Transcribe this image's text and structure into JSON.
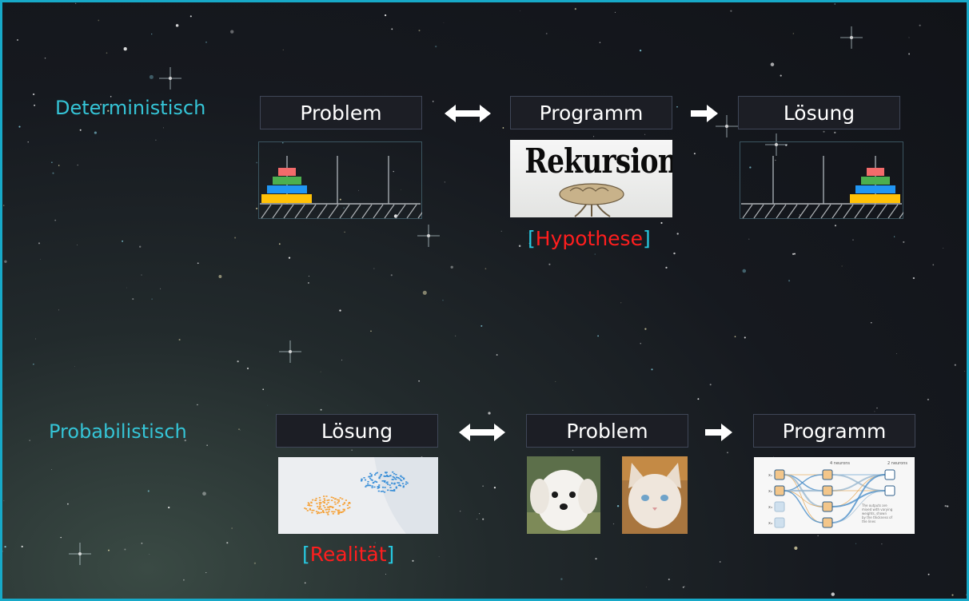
{
  "deterministic": {
    "label": "Deterministisch",
    "boxes": [
      "Problem",
      "Programm",
      "Lösung"
    ],
    "rekursion_text": "Rekursion",
    "hint_open": "[",
    "hint_word": "Hypothese",
    "hint_close": "]"
  },
  "probabilistic": {
    "label": "Probabilistisch",
    "boxes": [
      "Lösung",
      "Problem",
      "Programm"
    ],
    "hint_open": "[",
    "hint_word": "Realität",
    "hint_close": "]",
    "network": {
      "header_left": "4 neurons",
      "header_right": "2 neurons",
      "inputs": [
        "x₁",
        "x₂",
        "x₃",
        "x₄"
      ],
      "note": "The outputs are mixed with varying weights, shown by the thickness of the lines"
    }
  },
  "colors": {
    "border": "#17a9c8",
    "label": "#35c4d6",
    "hint_bracket": "#27c8e0",
    "hint_word": "#ff1e1e",
    "disc_red": "#f26b6b",
    "disc_green": "#4caf50",
    "disc_blue": "#2196f3",
    "disc_yellow": "#ffc107",
    "cluster_blue": "#3b8fd8",
    "cluster_orange": "#f5a23a"
  }
}
